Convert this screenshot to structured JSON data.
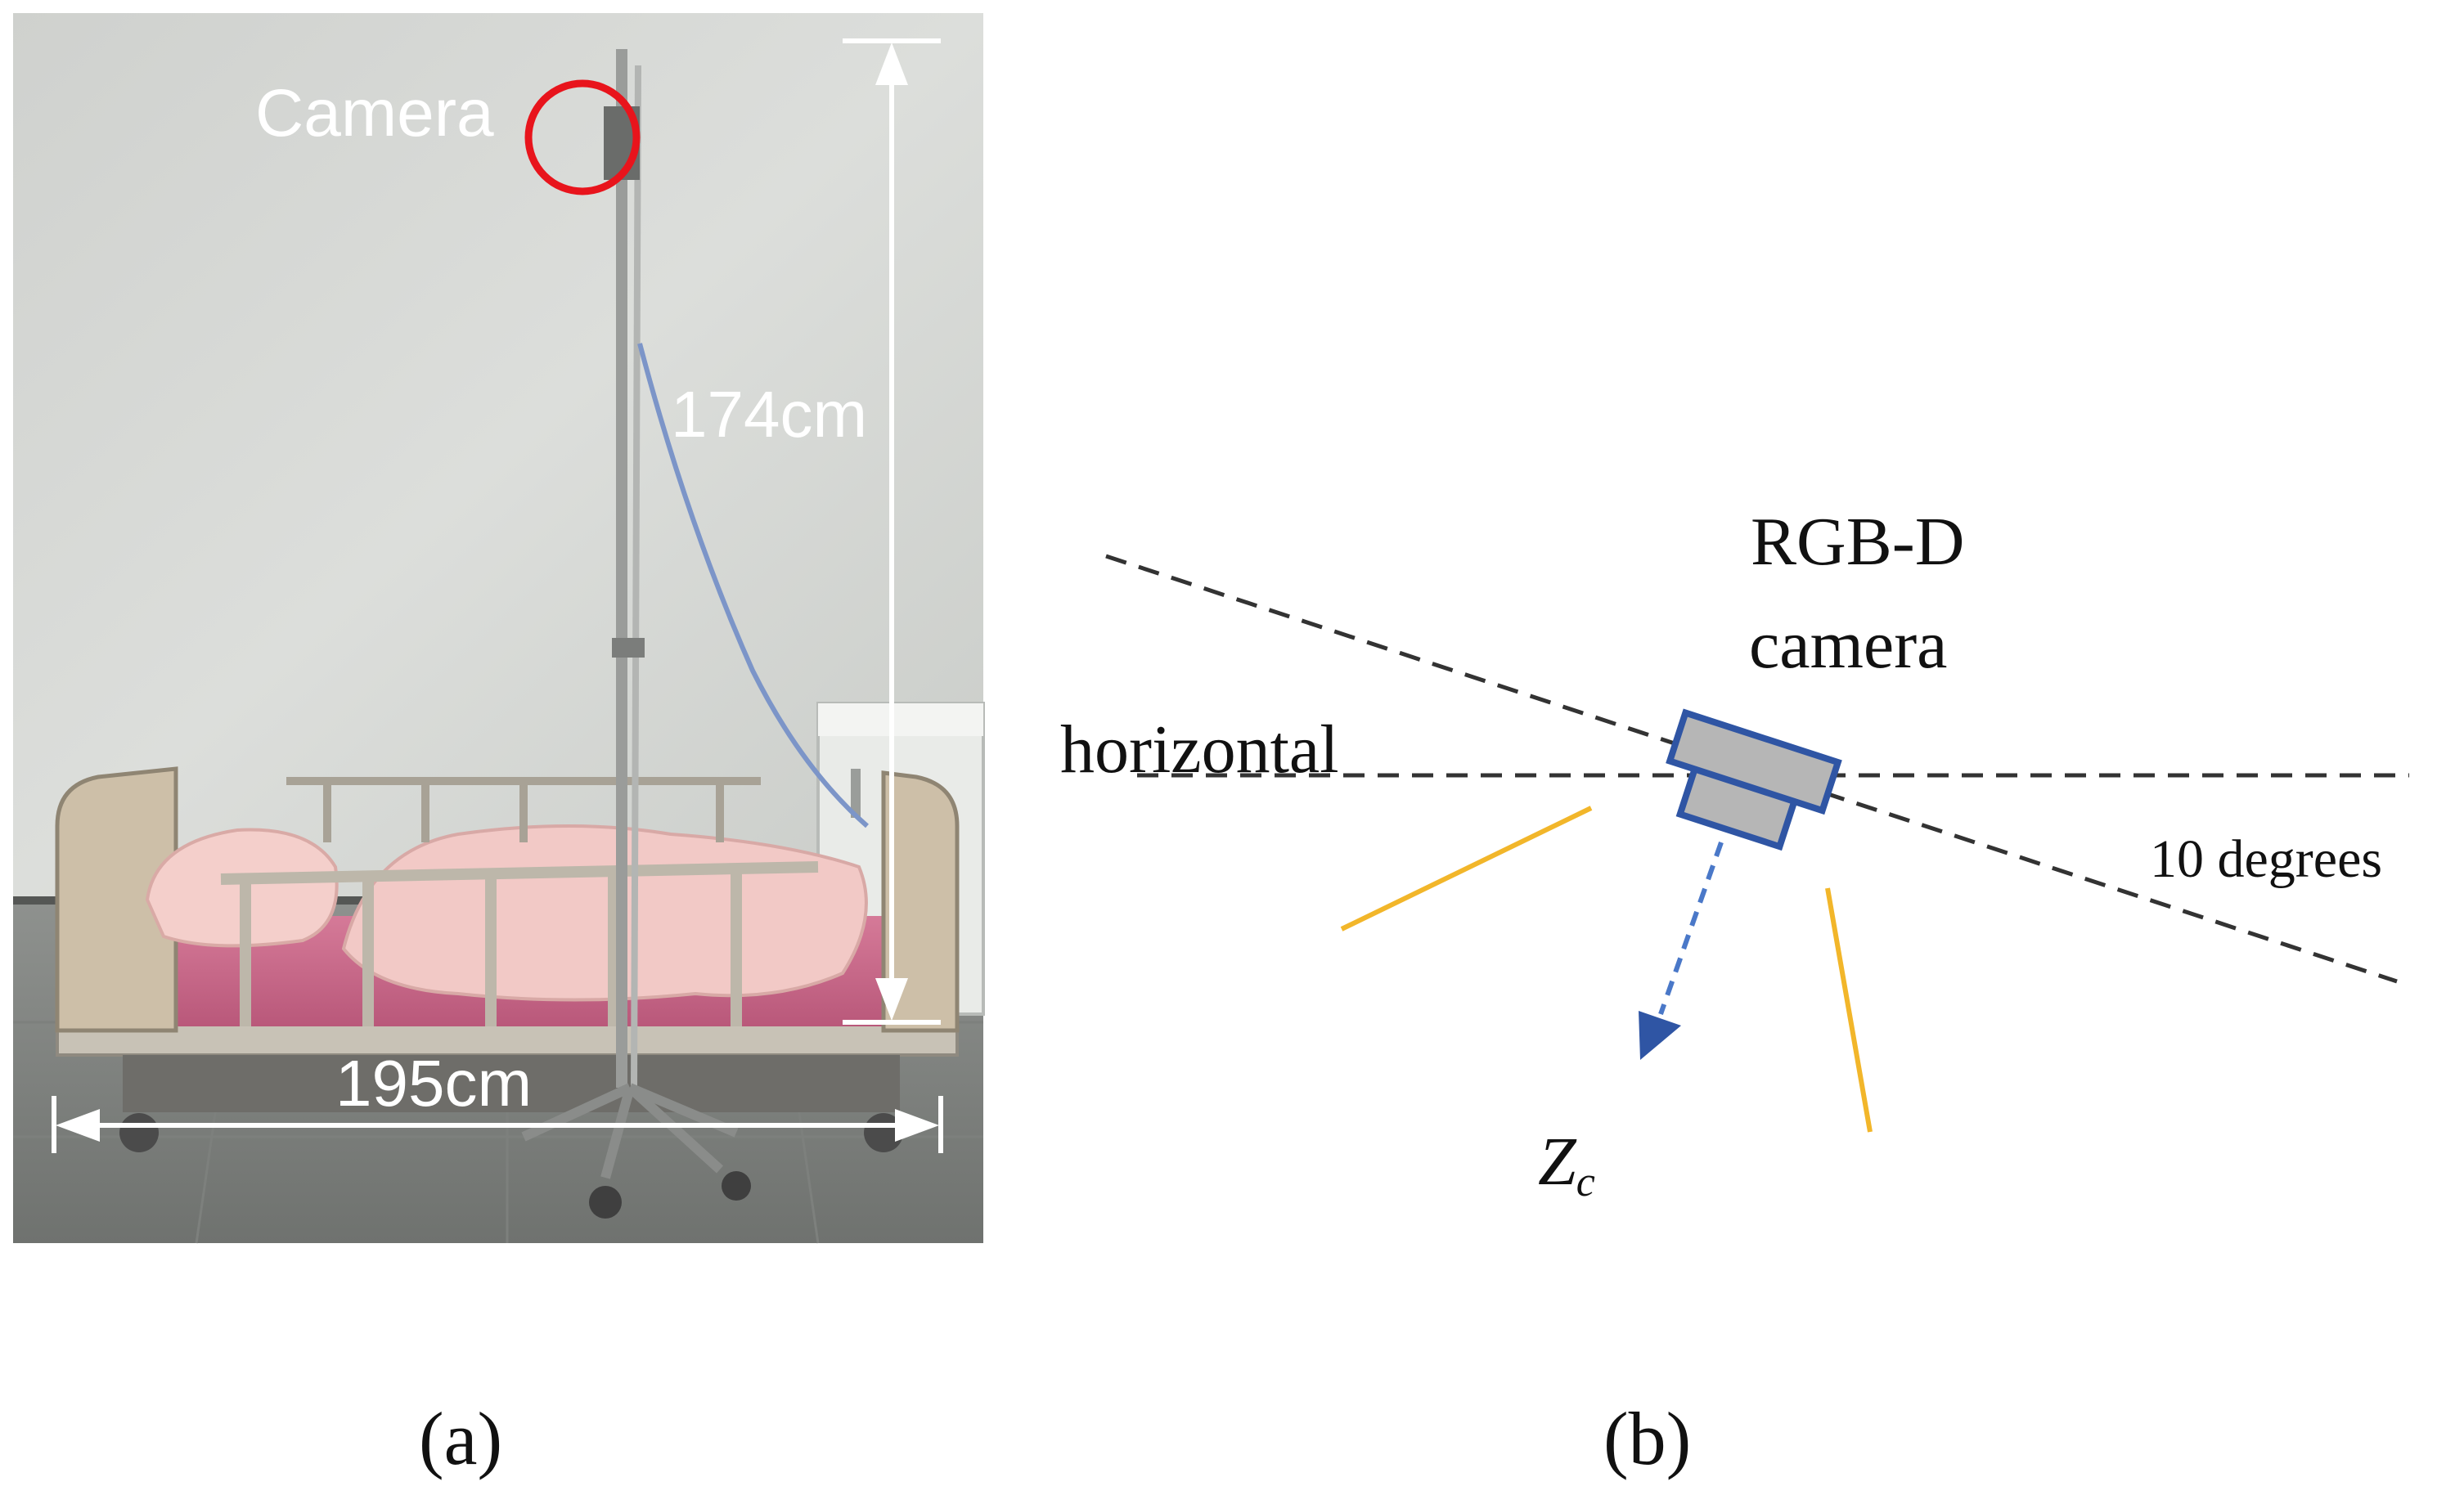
{
  "panel_a": {
    "camera_label": "Camera",
    "height_label": "174cm",
    "width_label": "195cm",
    "caption": "(a)"
  },
  "panel_b": {
    "camera_title_line1": "RGB-D",
    "camera_title_line2": "camera",
    "horizontal_label": "horizontal",
    "angle_label": "10 degrees",
    "axis_label": "Z",
    "axis_subscript": "c",
    "caption": "(b)"
  },
  "colors": {
    "marker_circle": "#e8141c",
    "camera_outline": "#2f55a4",
    "camera_fill": "#b6b6b6",
    "depth_arrow": "#4a78c8",
    "field_of_view": "#f2b62a",
    "guide_lines": "#333333"
  }
}
